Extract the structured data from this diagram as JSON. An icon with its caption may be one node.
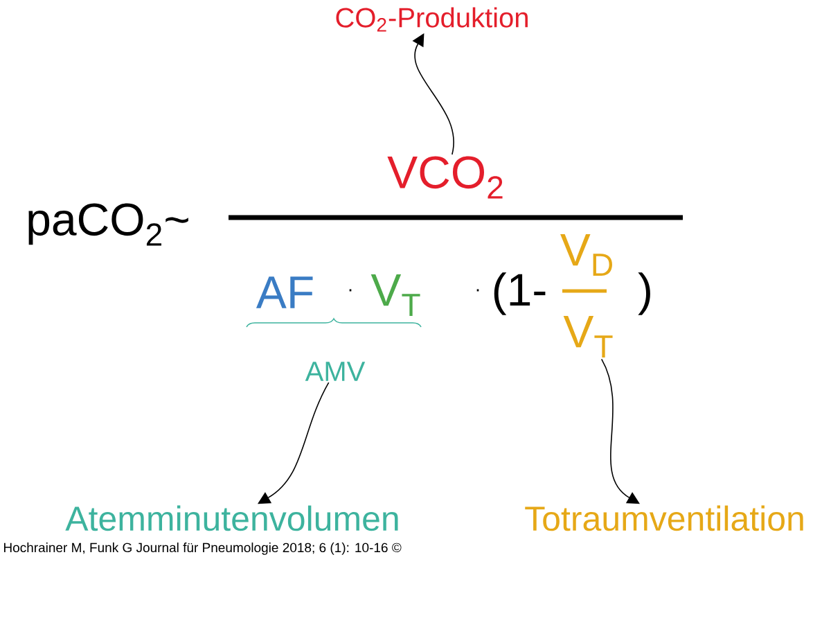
{
  "diagram": {
    "nodes": [
      {
        "text": [
          "CO$_{2}$-Produktion"
        ]
      },
      {
        "text": [
          "VCO$_{2}$"
        ]
      },
      {
        "text": [
          "AMV"
        ]
      },
      {
        "text": [
          "V$_{T}$"
        ]
      },
      {
        "text": [
          "Atemminutenvolumen"
        ]
      },
      {
        "text": [
          "Totraumventilation"
        ]
      }
    ],
    "edges": [
      {
        "from": 1,
        "to": 0,
        "arrow": "to"
      },
      {
        "from": 2,
        "to": 4,
        "arrow": "to"
      },
      {
        "from": 3,
        "to": 5,
        "arrow": "to"
      }
    ],
    "labels": [
      "paCO$_{2}$~",
      "AF",
      "·",
      "V$_{T}$",
      "·",
      "(1-",
      "V$_{D}$",
      ")",
      "Hochrainer M, Funk G Journal für Pneumologie 2018; 6 (1): 10-16 ©"
    ]
  }
}
